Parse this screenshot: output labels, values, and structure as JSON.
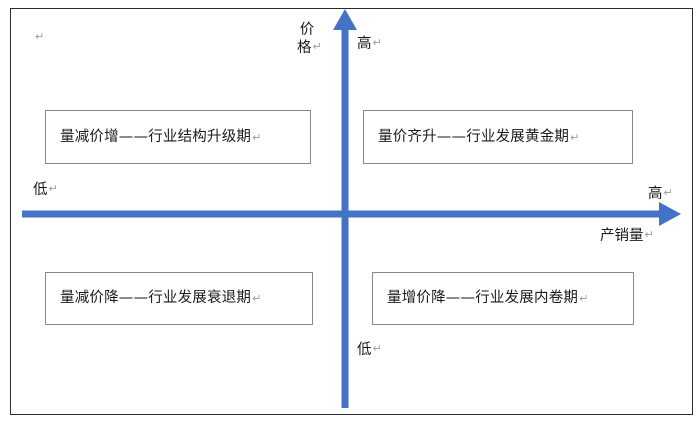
{
  "figure": {
    "type": "two-by-two-quadrant-diagram",
    "accent_color": "#4472C4",
    "frame_color": "#2b2b2b",
    "box_border_color": "#888888",
    "paragraph_mark": "↵"
  },
  "axes": {
    "y": {
      "title_chars": [
        "价",
        "格"
      ],
      "title": "价格",
      "title_mark": "↵",
      "high_label": "高",
      "high_mark": "↵",
      "low_label": "低",
      "low_mark": "↵"
    },
    "x": {
      "title": "产销量",
      "title_mark": "↵",
      "high_label": "高",
      "high_mark": "↵",
      "low_label": "低",
      "low_mark": "↵"
    }
  },
  "corner": {
    "mark": "↵"
  },
  "quadrants": [
    {
      "id": "q2",
      "position": "top-left",
      "condition": "量减价增",
      "separator": "——",
      "phase": "行业结构升级期",
      "text": "量减价增——行业结构升级期",
      "mark": "↵"
    },
    {
      "id": "q1",
      "position": "top-right",
      "condition": "量价齐升",
      "separator": "——",
      "phase": "行业发展黄金期",
      "text": "量价齐升——行业发展黄金期",
      "mark": "↵"
    },
    {
      "id": "q3",
      "position": "bottom-left",
      "condition": "量减价降",
      "separator": "——",
      "phase": "行业发展衰退期",
      "text": "量减价降——行业发展衰退期",
      "mark": "↵"
    },
    {
      "id": "q4",
      "position": "bottom-right",
      "condition": "量增价降",
      "separator": "——",
      "phase": "行业发展内卷期",
      "text": "量增价降——行业发展内卷期",
      "mark": "↵"
    }
  ]
}
